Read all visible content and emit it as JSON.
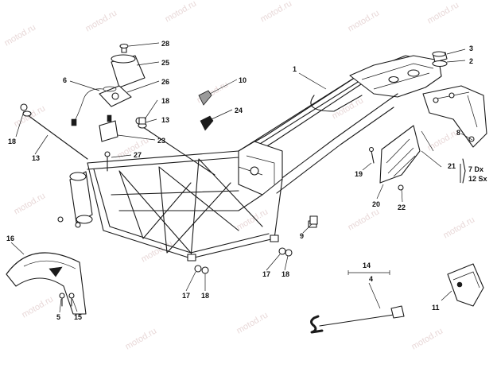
{
  "watermark": "motod.ru",
  "callouts": {
    "c1": "1",
    "c2": "2",
    "c3": "3",
    "c4": "4",
    "c5": "5",
    "c6": "6",
    "c7dx": "7 Dx",
    "c12sx": "12 Sx",
    "c8": "8",
    "c9": "9",
    "c10": "10",
    "c11": "11",
    "c13a": "13",
    "c13b": "13",
    "c14": "14",
    "c15": "15",
    "c16": "16",
    "c17a": "17",
    "c17b": "17",
    "c18a": "18",
    "c18b": "18",
    "c18c": "18",
    "c18d": "18",
    "c19": "19",
    "c20": "20",
    "c21": "21",
    "c22": "22",
    "c23": "23",
    "c24": "24",
    "c25": "25",
    "c26": "26",
    "c27": "27",
    "c28": "28"
  }
}
